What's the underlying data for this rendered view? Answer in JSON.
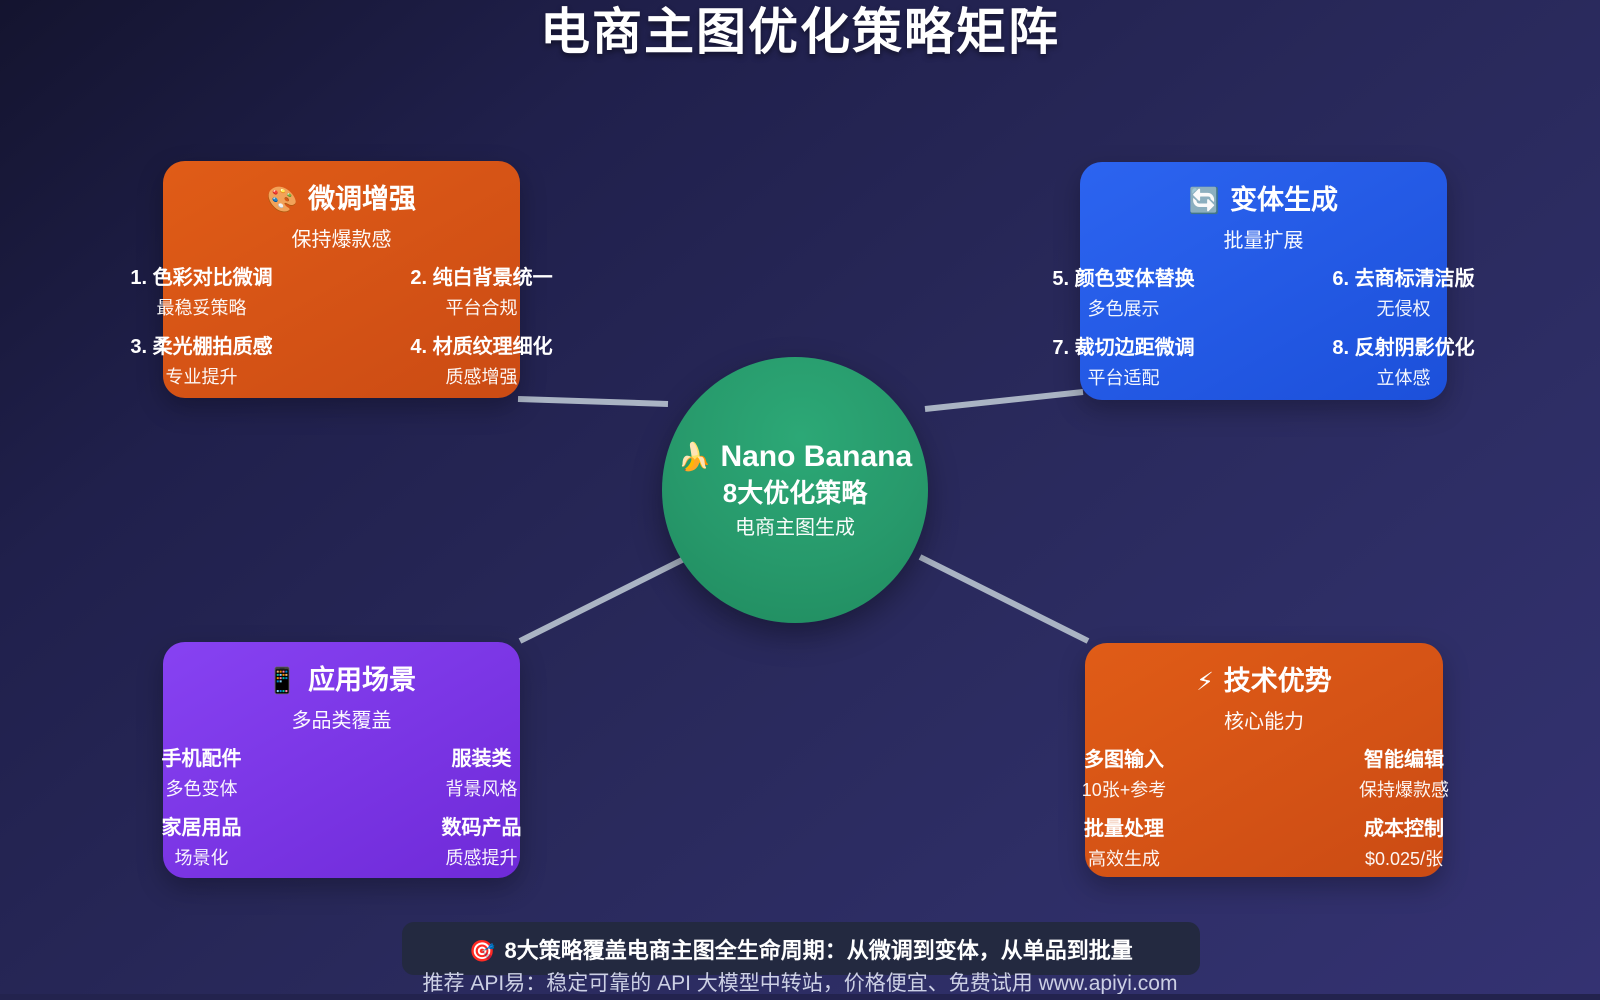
{
  "title": "电商主图优化策略矩阵",
  "center": {
    "emoji": "🍌",
    "title": "Nano Banana",
    "subtitle": "8大优化策略",
    "caption": "电商主图生成"
  },
  "cards": [
    {
      "id": "fine-tune",
      "emoji": "🎨",
      "title": "微调增强",
      "subtitle": "保持爆款感",
      "accent": "#d4521a",
      "items": [
        {
          "label": "1. 色彩对比微调",
          "sub": "最稳妥策略"
        },
        {
          "label": "2. 纯白背景统一",
          "sub": "平台合规"
        },
        {
          "label": "3. 柔光棚拍质感",
          "sub": "专业提升"
        },
        {
          "label": "4. 材质纹理细化",
          "sub": "质感增强"
        }
      ]
    },
    {
      "id": "variant-generation",
      "emoji": "🔄",
      "title": "变体生成",
      "subtitle": "批量扩展",
      "accent": "#2359e6",
      "items": [
        {
          "label": "5. 颜色变体替换",
          "sub": "多色展示"
        },
        {
          "label": "6. 去商标清洁版",
          "sub": "无侵权"
        },
        {
          "label": "7. 裁切边距微调",
          "sub": "平台适配"
        },
        {
          "label": "8. 反射阴影优化",
          "sub": "立体感"
        }
      ]
    },
    {
      "id": "application-scenarios",
      "emoji": "📱",
      "title": "应用场景",
      "subtitle": "多品类覆盖",
      "accent": "#7b35e8",
      "items": [
        {
          "label": "手机配件",
          "sub": "多色变体"
        },
        {
          "label": "服装类",
          "sub": "背景风格"
        },
        {
          "label": "家居用品",
          "sub": "场景化"
        },
        {
          "label": "数码产品",
          "sub": "质感提升"
        }
      ]
    },
    {
      "id": "tech-advantages",
      "emoji": "⚡",
      "title": "技术优势",
      "subtitle": "核心能力",
      "accent": "#d4521a",
      "items": [
        {
          "label": "多图输入",
          "sub": "10张+参考"
        },
        {
          "label": "智能编辑",
          "sub": "保持爆款感"
        },
        {
          "label": "批量处理",
          "sub": "高效生成"
        },
        {
          "label": "成本控制",
          "sub": "$0.025/张"
        }
      ]
    }
  ],
  "footer": {
    "icon": "🎯",
    "headline": "8大策略覆盖电商主图全生命周期：从微调到变体，从单品到批量",
    "note": "推荐 API易：稳定可靠的 API 大模型中转站，价格便宜、免费试用 www.apiyi.com"
  },
  "colors": {
    "background_top": "#14142f",
    "background_bottom": "#343272",
    "center_node": "#27996b",
    "connector": "#aab4c4",
    "footer_box": "#232940"
  }
}
